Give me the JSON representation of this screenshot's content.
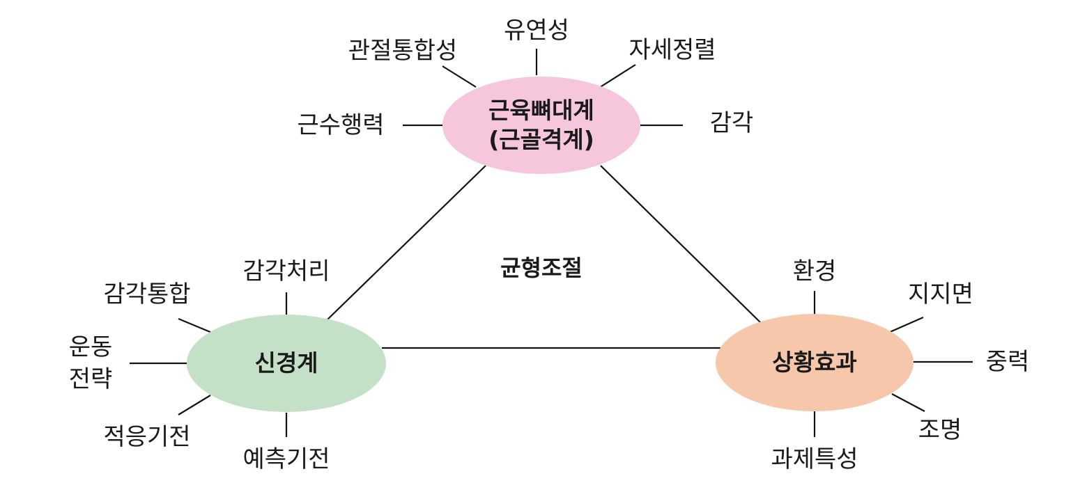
{
  "diagram": {
    "center": "균형조절",
    "colors": {
      "musculoskeletal": "#f5c6dc",
      "nervous": "#c4e0c6",
      "situational": "#f7c7ab",
      "line": "#111111"
    },
    "nodes": {
      "musculoskeletal": {
        "title": "근육뼈대계",
        "subtitle": "(근골격계)",
        "factors": [
          "관절통합성",
          "유연성",
          "자세정렬",
          "근수행력",
          "감각"
        ]
      },
      "nervous": {
        "title": "신경계",
        "factors": [
          "감각통합",
          "감각처리",
          "운동",
          "전략",
          "적응기전",
          "예측기전"
        ]
      },
      "situational": {
        "title": "상황효과",
        "factors": [
          "환경",
          "지지면",
          "중력",
          "조명",
          "과제특성"
        ]
      }
    }
  }
}
